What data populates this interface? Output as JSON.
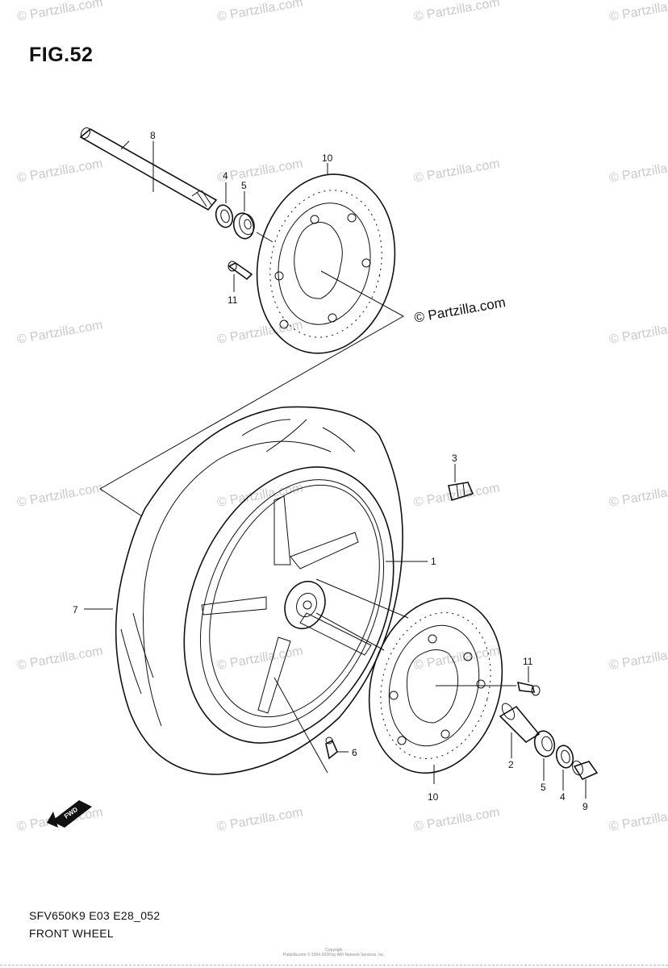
{
  "figure": {
    "title": "FIG.52"
  },
  "brand": "© Partzilla.com",
  "watermark": "© Partzilla.com",
  "caption": {
    "code": "SFV650K9 E03 E28_052",
    "name": "FRONT WHEEL"
  },
  "copyright": {
    "line1": "Copyright",
    "line2": "Partzilla.com © 2004-2020 by ARI Network Services, Inc."
  },
  "fwd_label": "FWD",
  "callouts": {
    "c1": "1",
    "c2": "2",
    "c3": "3",
    "c4a": "4",
    "c4b": "4",
    "c5a": "5",
    "c5b": "5",
    "c6": "6",
    "c7": "7",
    "c8": "8",
    "c9": "9",
    "c10a": "10",
    "c10b": "10",
    "c11a": "11",
    "c11b": "11"
  },
  "colors": {
    "ink": "#111111",
    "watermark": "#c9c9c9",
    "background": "#ffffff"
  }
}
